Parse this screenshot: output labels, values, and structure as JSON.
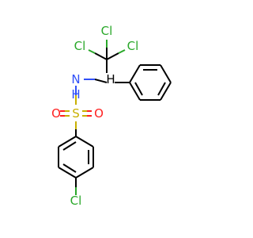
{
  "molecule": {
    "atoms": {
      "cl_top_left": "Cl",
      "cl_top_mid": "Cl",
      "cl_top_right": "Cl",
      "nitrogen": "N",
      "hydrogen_n": "H",
      "hydrogen_c": "H",
      "sulfur": "S",
      "oxygen_left": "O",
      "oxygen_right": "O",
      "cl_bottom": "Cl"
    }
  },
  "colors": {
    "carbon_bond": "#000000",
    "chlorine": "#2aa82a",
    "nitrogen": "#3050f8",
    "oxygen": "#ff2020",
    "sulfur": "#c8b000"
  }
}
